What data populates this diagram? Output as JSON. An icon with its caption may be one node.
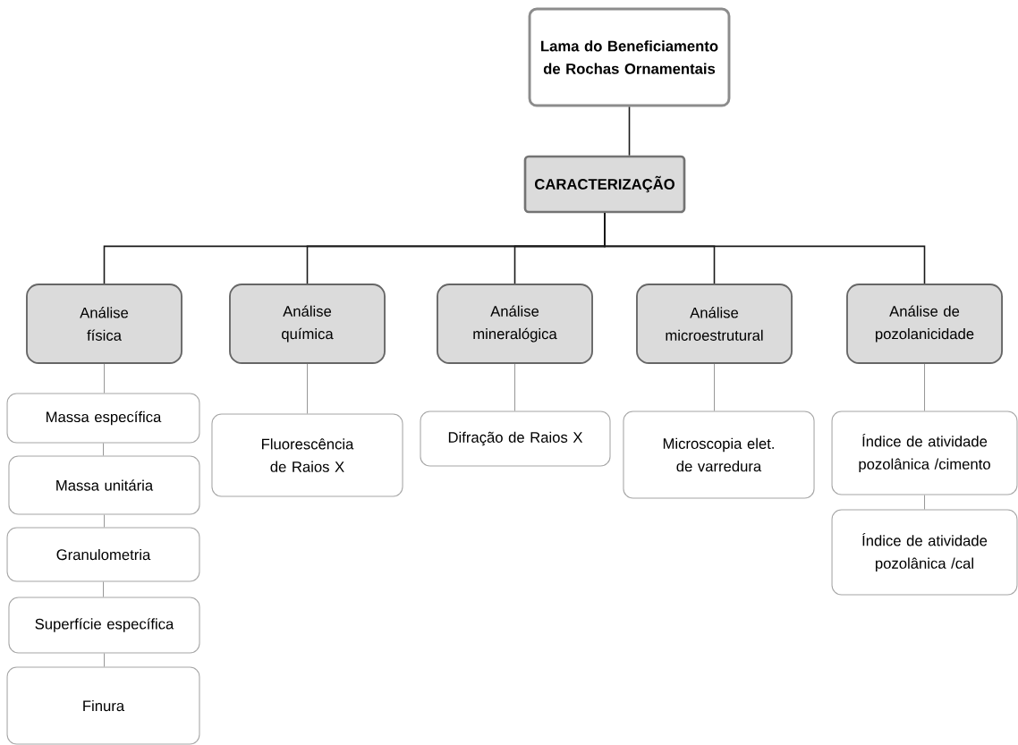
{
  "diagram": {
    "nodes": [
      {
        "text": [
          "Lama do Beneficiamento de Rochas Ornamentais"
        ]
      },
      {
        "text": [
          "CARACTERIZAÇÃO"
        ]
      },
      {
        "text": [
          "Análise física"
        ]
      },
      {
        "text": [
          "Análise química"
        ]
      },
      {
        "text": [
          "Análise mineralógica"
        ]
      },
      {
        "text": [
          "Análise microestrutural"
        ]
      },
      {
        "text": [
          "Análise de pozolanicidade"
        ]
      },
      {
        "text": [
          "Massa específica"
        ]
      },
      {
        "text": [
          "Massa unitária"
        ]
      },
      {
        "text": [
          "Granulometria"
        ]
      },
      {
        "text": [
          "Superfície específica"
        ]
      },
      {
        "text": [
          "Finura"
        ]
      },
      {
        "text": [
          "Fluorescência de Raios X"
        ]
      },
      {
        "text": [
          "Difração de Raios X"
        ]
      },
      {
        "text": [
          "Microscopia elet. de varredura"
        ]
      },
      {
        "text": [
          "Índice de atividade pozolânica /cimento"
        ]
      },
      {
        "text": [
          "Índice de atividade pozolânica /cal"
        ]
      }
    ],
    "edges": [
      {
        "from": 0,
        "to": 1,
        "arrow": "none",
        "color": "#191919"
      },
      {
        "from": 1,
        "to": 2,
        "arrow": "none",
        "color": "#191919"
      },
      {
        "from": 1,
        "to": 3,
        "arrow": "none",
        "color": "#191919"
      },
      {
        "from": 1,
        "to": 4,
        "arrow": "none",
        "color": "#191919"
      },
      {
        "from": 1,
        "to": 5,
        "arrow": "none",
        "color": "#191919"
      },
      {
        "from": 1,
        "to": 6,
        "arrow": "none",
        "color": "#191919"
      },
      {
        "from": 2,
        "to": 7,
        "arrow": "none"
      },
      {
        "from": 7,
        "to": 8,
        "arrow": "none"
      },
      {
        "from": 8,
        "to": 9,
        "arrow": "none"
      },
      {
        "from": 9,
        "to": 10,
        "arrow": "none"
      },
      {
        "from": 10,
        "to": 11,
        "arrow": "none"
      },
      {
        "from": 3,
        "to": 12,
        "arrow": "none"
      },
      {
        "from": 4,
        "to": 13,
        "arrow": "none"
      },
      {
        "from": 5,
        "to": 14,
        "arrow": "none"
      },
      {
        "from": 6,
        "to": 15,
        "arrow": "none"
      },
      {
        "from": 15,
        "to": 16,
        "arrow": "none"
      }
    ]
  }
}
